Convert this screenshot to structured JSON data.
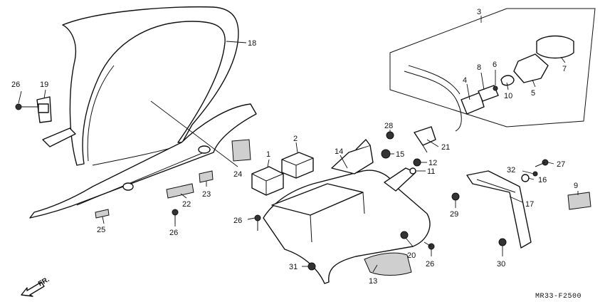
{
  "diagram": {
    "drawing_code": "MR33-F2500",
    "direction_label": "FR.",
    "callouts": [
      {
        "id": "c1",
        "label": "1"
      },
      {
        "id": "c2",
        "label": "2"
      },
      {
        "id": "c3",
        "label": "3"
      },
      {
        "id": "c4",
        "label": "4"
      },
      {
        "id": "c5",
        "label": "5"
      },
      {
        "id": "c6",
        "label": "6"
      },
      {
        "id": "c7",
        "label": "7"
      },
      {
        "id": "c8",
        "label": "8"
      },
      {
        "id": "c9",
        "label": "9"
      },
      {
        "id": "c10",
        "label": "10"
      },
      {
        "id": "c11",
        "label": "11"
      },
      {
        "id": "c12",
        "label": "12"
      },
      {
        "id": "c13",
        "label": "13"
      },
      {
        "id": "c14",
        "label": "14"
      },
      {
        "id": "c15",
        "label": "15"
      },
      {
        "id": "c16",
        "label": "16"
      },
      {
        "id": "c17",
        "label": "17"
      },
      {
        "id": "c18",
        "label": "18"
      },
      {
        "id": "c19",
        "label": "19"
      },
      {
        "id": "c20",
        "label": "20"
      },
      {
        "id": "c21",
        "label": "21"
      },
      {
        "id": "c22",
        "label": "22"
      },
      {
        "id": "c23",
        "label": "23"
      },
      {
        "id": "c24",
        "label": "24"
      },
      {
        "id": "c25",
        "label": "25"
      },
      {
        "id": "c26a",
        "label": "26"
      },
      {
        "id": "c26b",
        "label": "26"
      },
      {
        "id": "c26c",
        "label": "26"
      },
      {
        "id": "c26d",
        "label": "26"
      },
      {
        "id": "c27",
        "label": "27"
      },
      {
        "id": "c28",
        "label": "28"
      },
      {
        "id": "c29",
        "label": "29"
      },
      {
        "id": "c30",
        "label": "30"
      },
      {
        "id": "c31",
        "label": "31"
      },
      {
        "id": "c32",
        "label": "32"
      }
    ]
  }
}
